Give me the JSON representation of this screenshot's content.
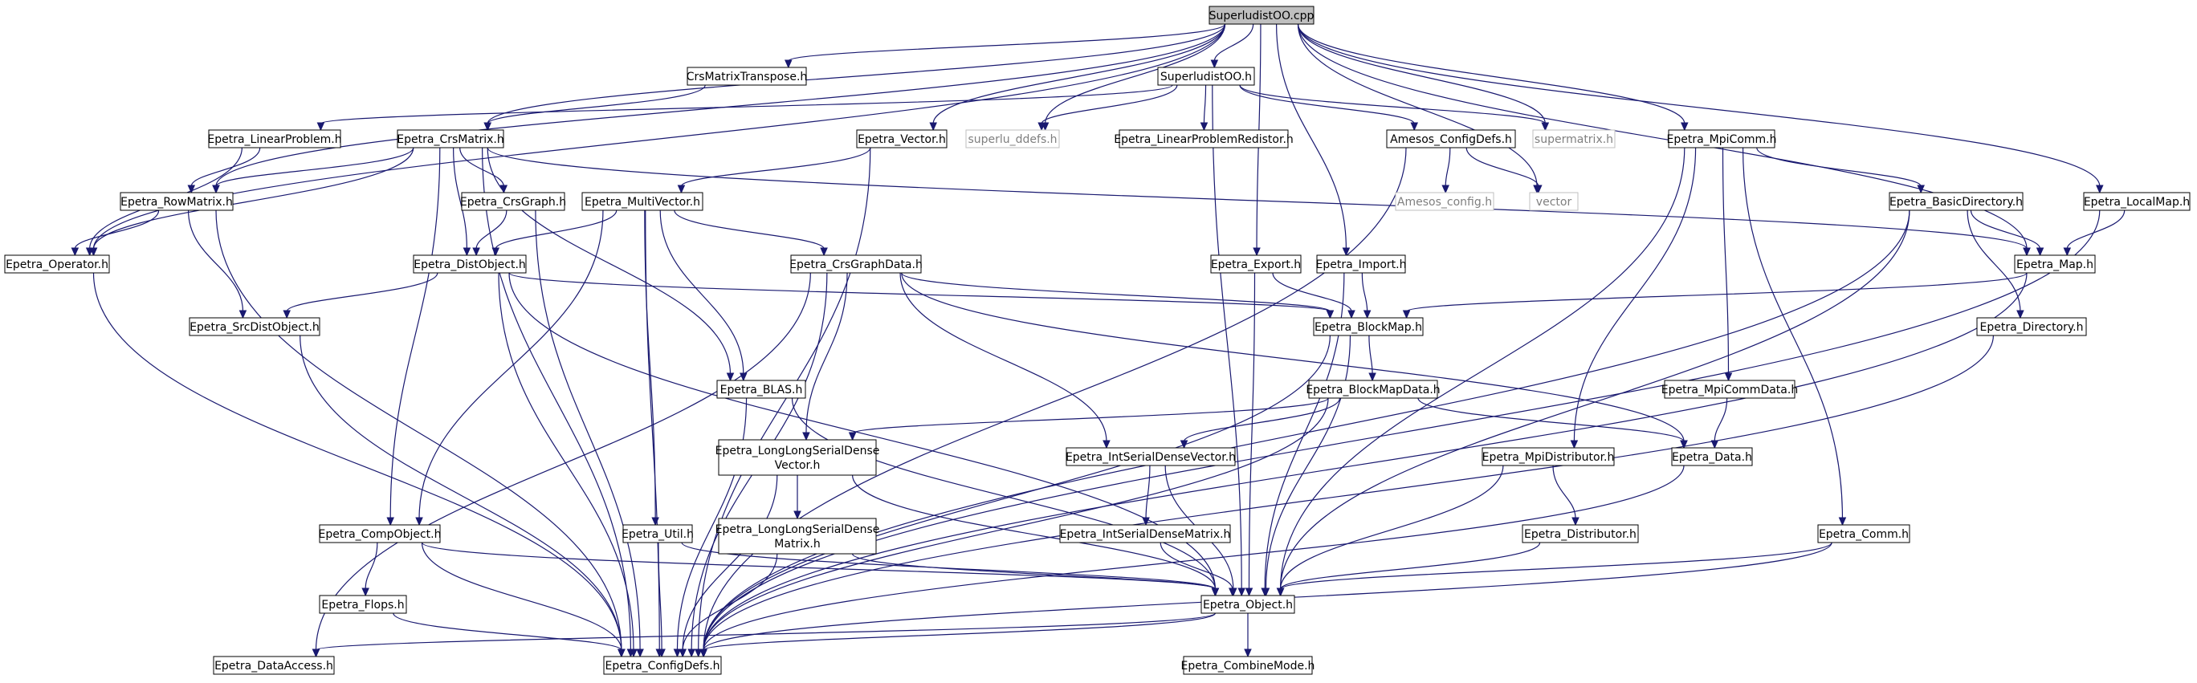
{
  "diagram": {
    "nodes": [
      {
        "id": "SuperludistOO_cpp",
        "label": "SuperludistOO.cpp",
        "style": "root"
      },
      {
        "id": "CrsMatrixTranspose_h",
        "label": "CrsMatrixTranspose.h",
        "style": "normal"
      },
      {
        "id": "SuperludistOO_h",
        "label": "SuperludistOO.h",
        "style": "normal"
      },
      {
        "id": "Epetra_LinearProblem_h",
        "label": "Epetra_LinearProblem.h",
        "style": "normal"
      },
      {
        "id": "Epetra_CrsMatrix_h",
        "label": "Epetra_CrsMatrix.h",
        "style": "normal"
      },
      {
        "id": "Epetra_Vector_h",
        "label": "Epetra_Vector.h",
        "style": "normal"
      },
      {
        "id": "superlu_ddefs_h",
        "label": "superlu_ddefs.h",
        "style": "external"
      },
      {
        "id": "Epetra_LinearProblemRedistor_h",
        "label": "Epetra_LinearProblemRedistor.h",
        "style": "normal"
      },
      {
        "id": "Amesos_ConfigDefs_h",
        "label": "Amesos_ConfigDefs.h",
        "style": "normal"
      },
      {
        "id": "supermatrix_h",
        "label": "supermatrix.h",
        "style": "external"
      },
      {
        "id": "Epetra_MpiComm_h",
        "label": "Epetra_MpiComm.h",
        "style": "normal"
      },
      {
        "id": "Epetra_RowMatrix_h",
        "label": "Epetra_RowMatrix.h",
        "style": "normal"
      },
      {
        "id": "Epetra_CrsGraph_h",
        "label": "Epetra_CrsGraph.h",
        "style": "normal"
      },
      {
        "id": "Epetra_MultiVector_h",
        "label": "Epetra_MultiVector.h",
        "style": "normal"
      },
      {
        "id": "Amesos_config_h",
        "label": "Amesos_config.h",
        "style": "external"
      },
      {
        "id": "vector",
        "label": "vector",
        "style": "external"
      },
      {
        "id": "Epetra_BasicDirectory_h",
        "label": "Epetra_BasicDirectory.h",
        "style": "normal"
      },
      {
        "id": "Epetra_LocalMap_h",
        "label": "Epetra_LocalMap.h",
        "style": "normal"
      },
      {
        "id": "Epetra_Operator_h",
        "label": "Epetra_Operator.h",
        "style": "normal"
      },
      {
        "id": "Epetra_DistObject_h",
        "label": "Epetra_DistObject.h",
        "style": "normal"
      },
      {
        "id": "Epetra_CrsGraphData_h",
        "label": "Epetra_CrsGraphData.h",
        "style": "normal"
      },
      {
        "id": "Epetra_Export_h",
        "label": "Epetra_Export.h",
        "style": "normal"
      },
      {
        "id": "Epetra_Import_h",
        "label": "Epetra_Import.h",
        "style": "normal"
      },
      {
        "id": "Epetra_Map_h",
        "label": "Epetra_Map.h",
        "style": "normal"
      },
      {
        "id": "Epetra_SrcDistObject_h",
        "label": "Epetra_SrcDistObject.h",
        "style": "normal"
      },
      {
        "id": "Epetra_BlockMap_h",
        "label": "Epetra_BlockMap.h",
        "style": "normal"
      },
      {
        "id": "Epetra_Directory_h",
        "label": "Epetra_Directory.h",
        "style": "normal"
      },
      {
        "id": "Epetra_BLAS_h",
        "label": "Epetra_BLAS.h",
        "style": "normal"
      },
      {
        "id": "Epetra_BlockMapData_h",
        "label": "Epetra_BlockMapData.h",
        "style": "normal"
      },
      {
        "id": "Epetra_MpiCommData_h",
        "label": "Epetra_MpiCommData.h",
        "style": "normal"
      },
      {
        "id": "Epetra_LongLongSerialDenseVector_h",
        "label": "Epetra_LongLongSerialDense\nVector.h",
        "style": "normal"
      },
      {
        "id": "Epetra_IntSerialDenseVector_h",
        "label": "Epetra_IntSerialDenseVector.h",
        "style": "normal"
      },
      {
        "id": "Epetra_MpiDistributor_h",
        "label": "Epetra_MpiDistributor.h",
        "style": "normal"
      },
      {
        "id": "Epetra_Data_h",
        "label": "Epetra_Data.h",
        "style": "normal"
      },
      {
        "id": "Epetra_CompObject_h",
        "label": "Epetra_CompObject.h",
        "style": "normal"
      },
      {
        "id": "Epetra_Util_h",
        "label": "Epetra_Util.h",
        "style": "normal"
      },
      {
        "id": "Epetra_LongLongSerialDenseMatrix_h",
        "label": "Epetra_LongLongSerialDense\nMatrix.h",
        "style": "normal"
      },
      {
        "id": "Epetra_IntSerialDenseMatrix_h",
        "label": "Epetra_IntSerialDenseMatrix.h",
        "style": "normal"
      },
      {
        "id": "Epetra_Distributor_h",
        "label": "Epetra_Distributor.h",
        "style": "normal"
      },
      {
        "id": "Epetra_Comm_h",
        "label": "Epetra_Comm.h",
        "style": "normal"
      },
      {
        "id": "Epetra_Flops_h",
        "label": "Epetra_Flops.h",
        "style": "normal"
      },
      {
        "id": "Epetra_Object_h",
        "label": "Epetra_Object.h",
        "style": "normal"
      },
      {
        "id": "Epetra_DataAccess_h",
        "label": "Epetra_DataAccess.h",
        "style": "normal"
      },
      {
        "id": "Epetra_ConfigDefs_h",
        "label": "Epetra_ConfigDefs.h",
        "style": "normal"
      },
      {
        "id": "Epetra_CombineMode_h",
        "label": "Epetra_CombineMode.h",
        "style": "normal"
      }
    ],
    "edges": [
      [
        "SuperludistOO_cpp",
        "CrsMatrixTranspose_h"
      ],
      [
        "SuperludistOO_cpp",
        "SuperludistOO_h"
      ],
      [
        "SuperludistOO_cpp",
        "Epetra_CrsMatrix_h"
      ],
      [
        "SuperludistOO_cpp",
        "Epetra_Vector_h"
      ],
      [
        "SuperludistOO_cpp",
        "superlu_ddefs_h"
      ],
      [
        "SuperludistOO_cpp",
        "supermatrix_h"
      ],
      [
        "SuperludistOO_cpp",
        "vector"
      ],
      [
        "SuperludistOO_cpp",
        "Epetra_MpiComm_h"
      ],
      [
        "SuperludistOO_cpp",
        "Epetra_LocalMap_h"
      ],
      [
        "SuperludistOO_cpp",
        "Epetra_Map_h"
      ],
      [
        "SuperludistOO_cpp",
        "Epetra_Export_h"
      ],
      [
        "SuperludistOO_cpp",
        "Epetra_Import_h"
      ],
      [
        "SuperludistOO_cpp",
        "Epetra_RowMatrix_h"
      ],
      [
        "SuperludistOO_cpp",
        "Epetra_Operator_h"
      ],
      [
        "CrsMatrixTranspose_h",
        "Epetra_CrsMatrix_h"
      ],
      [
        "SuperludistOO_h",
        "Epetra_LinearProblem_h"
      ],
      [
        "SuperludistOO_h",
        "superlu_ddefs_h"
      ],
      [
        "SuperludistOO_h",
        "Epetra_LinearProblemRedistor_h"
      ],
      [
        "SuperludistOO_h",
        "Amesos_ConfigDefs_h"
      ],
      [
        "SuperludistOO_h",
        "supermatrix_h"
      ],
      [
        "SuperludistOO_h",
        "Epetra_Object_h"
      ],
      [
        "Epetra_LinearProblem_h",
        "Epetra_RowMatrix_h"
      ],
      [
        "Epetra_LinearProblem_h",
        "Epetra_Operator_h"
      ],
      [
        "Epetra_CrsMatrix_h",
        "Epetra_RowMatrix_h"
      ],
      [
        "Epetra_CrsMatrix_h",
        "Epetra_Operator_h"
      ],
      [
        "Epetra_CrsMatrix_h",
        "Epetra_CrsGraph_h"
      ],
      [
        "Epetra_CrsMatrix_h",
        "Epetra_DistObject_h"
      ],
      [
        "Epetra_CrsMatrix_h",
        "Epetra_BLAS_h"
      ],
      [
        "Epetra_CrsMatrix_h",
        "Epetra_CompObject_h"
      ],
      [
        "Epetra_CrsMatrix_h",
        "Epetra_Map_h"
      ],
      [
        "Epetra_CrsMatrix_h",
        "Epetra_ConfigDefs_h"
      ],
      [
        "Epetra_Vector_h",
        "Epetra_MultiVector_h"
      ],
      [
        "Epetra_Vector_h",
        "Epetra_ConfigDefs_h"
      ],
      [
        "Amesos_ConfigDefs_h",
        "Amesos_config_h"
      ],
      [
        "Amesos_ConfigDefs_h",
        "vector"
      ],
      [
        "Amesos_ConfigDefs_h",
        "Epetra_ConfigDefs_h"
      ],
      [
        "Epetra_MpiComm_h",
        "Epetra_BasicDirectory_h"
      ],
      [
        "Epetra_MpiComm_h",
        "Epetra_MpiCommData_h"
      ],
      [
        "Epetra_MpiComm_h",
        "Epetra_MpiDistributor_h"
      ],
      [
        "Epetra_MpiComm_h",
        "Epetra_Comm_h"
      ],
      [
        "Epetra_MpiComm_h",
        "Epetra_Object_h"
      ],
      [
        "Epetra_RowMatrix_h",
        "Epetra_Operator_h"
      ],
      [
        "Epetra_RowMatrix_h",
        "Epetra_SrcDistObject_h"
      ],
      [
        "Epetra_RowMatrix_h",
        "Epetra_ConfigDefs_h"
      ],
      [
        "Epetra_CrsGraph_h",
        "Epetra_DistObject_h"
      ],
      [
        "Epetra_CrsGraph_h",
        "Epetra_ConfigDefs_h"
      ],
      [
        "Epetra_MultiVector_h",
        "Epetra_DistObject_h"
      ],
      [
        "Epetra_MultiVector_h",
        "Epetra_CrsGraphData_h"
      ],
      [
        "Epetra_MultiVector_h",
        "Epetra_BLAS_h"
      ],
      [
        "Epetra_MultiVector_h",
        "Epetra_CompObject_h"
      ],
      [
        "Epetra_MultiVector_h",
        "Epetra_Util_h"
      ],
      [
        "Epetra_MultiVector_h",
        "Epetra_ConfigDefs_h"
      ],
      [
        "Epetra_BasicDirectory_h",
        "Epetra_Map_h"
      ],
      [
        "Epetra_BasicDirectory_h",
        "Epetra_Directory_h"
      ],
      [
        "Epetra_BasicDirectory_h",
        "Epetra_Object_h"
      ],
      [
        "Epetra_BasicDirectory_h",
        "Epetra_ConfigDefs_h"
      ],
      [
        "Epetra_LocalMap_h",
        "Epetra_Map_h"
      ],
      [
        "Epetra_LocalMap_h",
        "Epetra_ConfigDefs_h"
      ],
      [
        "Epetra_Operator_h",
        "Epetra_ConfigDefs_h"
      ],
      [
        "Epetra_DistObject_h",
        "Epetra_SrcDistObject_h"
      ],
      [
        "Epetra_DistObject_h",
        "Epetra_BlockMap_h"
      ],
      [
        "Epetra_DistObject_h",
        "Epetra_Object_h"
      ],
      [
        "Epetra_DistObject_h",
        "Epetra_ConfigDefs_h"
      ],
      [
        "Epetra_CrsGraphData_h",
        "Epetra_BlockMap_h"
      ],
      [
        "Epetra_CrsGraphData_h",
        "Epetra_Data_h"
      ],
      [
        "Epetra_CrsGraphData_h",
        "Epetra_IntSerialDenseVector_h"
      ],
      [
        "Epetra_CrsGraphData_h",
        "Epetra_LongLongSerialDenseVector_h"
      ],
      [
        "Epetra_CrsGraphData_h",
        "Epetra_DataAccess_h"
      ],
      [
        "Epetra_CrsGraphData_h",
        "Epetra_ConfigDefs_h"
      ],
      [
        "Epetra_Export_h",
        "Epetra_BlockMap_h"
      ],
      [
        "Epetra_Export_h",
        "Epetra_Object_h"
      ],
      [
        "Epetra_Import_h",
        "Epetra_BlockMap_h"
      ],
      [
        "Epetra_Import_h",
        "Epetra_Object_h"
      ],
      [
        "Epetra_Map_h",
        "Epetra_BlockMap_h"
      ],
      [
        "Epetra_Map_h",
        "Epetra_ConfigDefs_h"
      ],
      [
        "Epetra_SrcDistObject_h",
        "Epetra_ConfigDefs_h"
      ],
      [
        "Epetra_BlockMap_h",
        "Epetra_BlockMapData_h"
      ],
      [
        "Epetra_BlockMap_h",
        "Epetra_Object_h"
      ],
      [
        "Epetra_BlockMap_h",
        "Epetra_ConfigDefs_h"
      ],
      [
        "Epetra_Directory_h",
        "Epetra_ConfigDefs_h"
      ],
      [
        "Epetra_BLAS_h",
        "Epetra_Object_h"
      ],
      [
        "Epetra_BLAS_h",
        "Epetra_ConfigDefs_h"
      ],
      [
        "Epetra_BlockMapData_h",
        "Epetra_Data_h"
      ],
      [
        "Epetra_BlockMapData_h",
        "Epetra_IntSerialDenseVector_h"
      ],
      [
        "Epetra_BlockMapData_h",
        "Epetra_LongLongSerialDenseVector_h"
      ],
      [
        "Epetra_BlockMapData_h",
        "Epetra_ConfigDefs_h"
      ],
      [
        "Epetra_MpiCommData_h",
        "Epetra_Data_h"
      ],
      [
        "Epetra_LongLongSerialDenseVector_h",
        "Epetra_LongLongSerialDenseMatrix_h"
      ],
      [
        "Epetra_LongLongSerialDenseVector_h",
        "Epetra_Object_h"
      ],
      [
        "Epetra_LongLongSerialDenseVector_h",
        "Epetra_ConfigDefs_h"
      ],
      [
        "Epetra_IntSerialDenseVector_h",
        "Epetra_IntSerialDenseMatrix_h"
      ],
      [
        "Epetra_IntSerialDenseVector_h",
        "Epetra_Object_h"
      ],
      [
        "Epetra_MpiDistributor_h",
        "Epetra_Distributor_h"
      ],
      [
        "Epetra_MpiDistributor_h",
        "Epetra_Object_h"
      ],
      [
        "Epetra_Data_h",
        "Epetra_ConfigDefs_h"
      ],
      [
        "Epetra_CompObject_h",
        "Epetra_Object_h"
      ],
      [
        "Epetra_CompObject_h",
        "Epetra_Flops_h"
      ],
      [
        "Epetra_CompObject_h",
        "Epetra_ConfigDefs_h"
      ],
      [
        "Epetra_Util_h",
        "Epetra_Object_h"
      ],
      [
        "Epetra_Util_h",
        "Epetra_ConfigDefs_h"
      ],
      [
        "Epetra_LongLongSerialDenseMatrix_h",
        "Epetra_Object_h"
      ],
      [
        "Epetra_LongLongSerialDenseMatrix_h",
        "Epetra_ConfigDefs_h"
      ],
      [
        "Epetra_IntSerialDenseMatrix_h",
        "Epetra_Object_h"
      ],
      [
        "Epetra_Distributor_h",
        "Epetra_Object_h"
      ],
      [
        "Epetra_Comm_h",
        "Epetra_Object_h"
      ],
      [
        "Epetra_Comm_h",
        "Epetra_ConfigDefs_h"
      ],
      [
        "Epetra_Flops_h",
        "Epetra_ConfigDefs_h"
      ],
      [
        "Epetra_Object_h",
        "Epetra_CombineMode_h"
      ],
      [
        "Epetra_Object_h",
        "Epetra_DataAccess_h"
      ],
      [
        "Epetra_Object_h",
        "Epetra_ConfigDefs_h"
      ]
    ],
    "colors": {
      "edge": "#191970",
      "node_border": "#000000",
      "root_fill": "#bfbfbf",
      "external_border": "#bfbfbf",
      "external_text": "#7f7f7f"
    }
  }
}
